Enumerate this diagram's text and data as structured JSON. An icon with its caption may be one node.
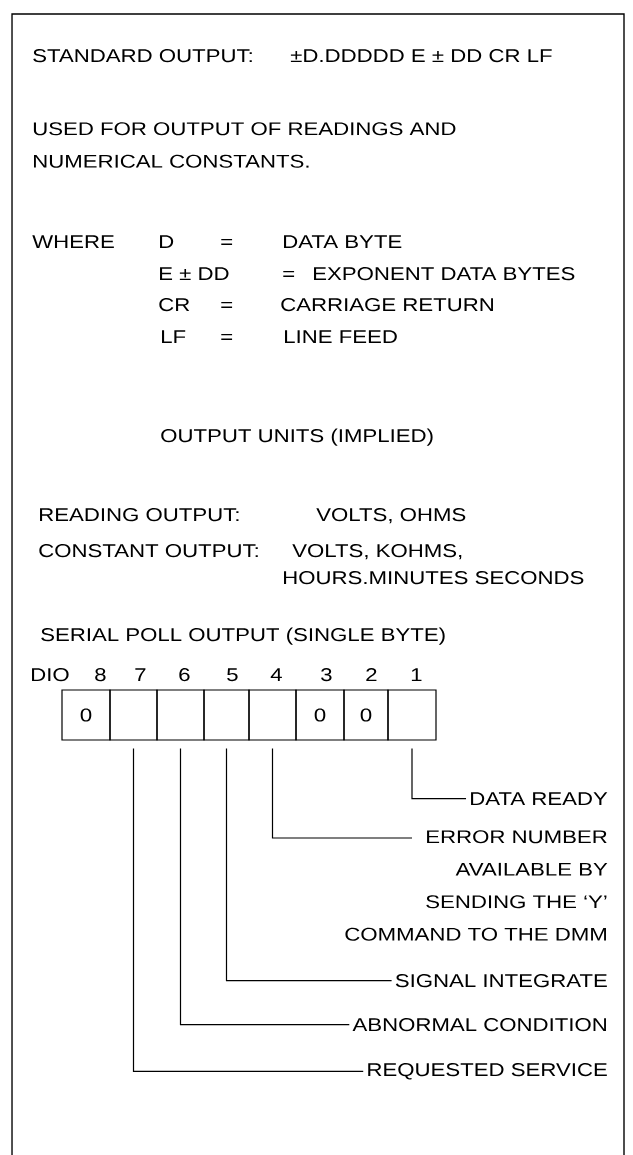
{
  "diagram": {
    "nodes": [
      {
        "text": [
          "0"
        ]
      },
      {
        "text": [],
        "shape": "box"
      },
      {
        "text": [],
        "shape": "box"
      },
      {
        "text": [],
        "shape": "box"
      },
      {
        "text": [],
        "shape": "box"
      },
      {
        "text": [
          "0"
        ]
      },
      {
        "text": [
          "0"
        ]
      },
      {
        "text": [],
        "shape": "box"
      },
      {
        "text": [
          "DATA READY"
        ]
      },
      {
        "text": [
          "ERROR NUMBER AVAILABLE BY SENDING THE ‘Y’ COMMAND TO THE DMM"
        ]
      },
      {
        "text": [
          "SIGNAL INTEGRATE"
        ]
      },
      {
        "text": [
          "ABNORMAL CONDITION"
        ]
      },
      {
        "text": [
          "REQUESTED SERVICE"
        ]
      }
    ],
    "edges": [
      {
        "from": 8,
        "to": 7,
        "arrow": "none"
      },
      {
        "from": 9,
        "to": 4,
        "arrow": "none"
      },
      {
        "from": 10,
        "to": 3,
        "arrow": "none"
      },
      {
        "from": 11,
        "to": 2,
        "arrow": "none"
      },
      {
        "from": 12,
        "to": 1,
        "arrow": "none"
      }
    ],
    "labels": [
      "STANDARD OUTPUT:",
      "±D.DDDDD  E ± DD  CR  LF",
      "USED FOR OUTPUT OF READINGS AND NUMERICAL CONSTANTS.",
      "WHERE",
      "D",
      "=",
      "DATA BYTE",
      "E ± DD",
      "=",
      "EXPONENT DATA BYTES",
      "CR",
      "=",
      "CARRIAGE RETURN",
      "LF",
      "=",
      "LINE FEED",
      "OUTPUT UNITS (IMPLIED)",
      "READING OUTPUT:",
      "VOLTS, OHMS",
      "CONSTANT OUTPUT:",
      "VOLTS, KOHMS,",
      "HOURS.MINUTES   SECONDS",
      "SERIAL POLL OUTPUT (SINGLE BYTE)",
      "DIO",
      "8",
      "7",
      "6",
      "5",
      "4",
      "3",
      "2",
      "1"
    ]
  }
}
